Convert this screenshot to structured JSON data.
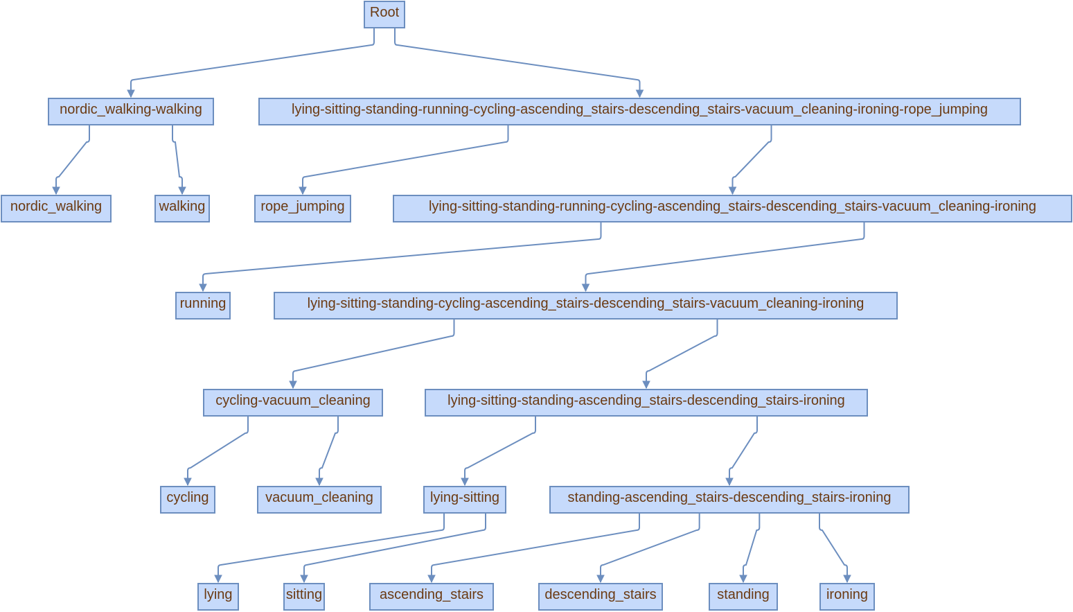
{
  "diagram": {
    "colors": {
      "node_fill": "#c6dafb",
      "node_border": "#6c8ebf",
      "node_text": "#6b3a12",
      "edge": "#6c8ebf"
    },
    "nodes": [
      {
        "id": "root",
        "label": "Root"
      },
      {
        "id": "nw_w",
        "label": "nordic_walking-walking"
      },
      {
        "id": "all10",
        "label": "lying-sitting-standing-running-cycling-ascending_stairs-descending_stairs-vacuum_cleaning-ironing-rope_jumping"
      },
      {
        "id": "nordic_walking",
        "label": "nordic_walking"
      },
      {
        "id": "walking",
        "label": "walking"
      },
      {
        "id": "rope_jumping",
        "label": "rope_jumping"
      },
      {
        "id": "all9",
        "label": "lying-sitting-standing-running-cycling-ascending_stairs-descending_stairs-vacuum_cleaning-ironing"
      },
      {
        "id": "running",
        "label": "running"
      },
      {
        "id": "all8",
        "label": "lying-sitting-standing-cycling-ascending_stairs-descending_stairs-vacuum_cleaning-ironing"
      },
      {
        "id": "cyc_vac",
        "label": "cycling-vacuum_cleaning"
      },
      {
        "id": "all6",
        "label": "lying-sitting-standing-ascending_stairs-descending_stairs-ironing"
      },
      {
        "id": "cycling",
        "label": "cycling"
      },
      {
        "id": "vacuum_cleaning",
        "label": "vacuum_cleaning"
      },
      {
        "id": "lying_sitting",
        "label": "lying-sitting"
      },
      {
        "id": "all4",
        "label": "standing-ascending_stairs-descending_stairs-ironing"
      },
      {
        "id": "lying",
        "label": "lying"
      },
      {
        "id": "sitting",
        "label": "sitting"
      },
      {
        "id": "ascending_stairs",
        "label": "ascending_stairs"
      },
      {
        "id": "descending_stairs",
        "label": "descending_stairs"
      },
      {
        "id": "standing",
        "label": "standing"
      },
      {
        "id": "ironing",
        "label": "ironing"
      }
    ],
    "edges": [
      [
        "root",
        "nw_w"
      ],
      [
        "root",
        "all10"
      ],
      [
        "nw_w",
        "nordic_walking"
      ],
      [
        "nw_w",
        "walking"
      ],
      [
        "all10",
        "rope_jumping"
      ],
      [
        "all10",
        "all9"
      ],
      [
        "all9",
        "running"
      ],
      [
        "all9",
        "all8"
      ],
      [
        "all8",
        "cyc_vac"
      ],
      [
        "all8",
        "all6"
      ],
      [
        "cyc_vac",
        "cycling"
      ],
      [
        "cyc_vac",
        "vacuum_cleaning"
      ],
      [
        "all6",
        "lying_sitting"
      ],
      [
        "all6",
        "all4"
      ],
      [
        "lying_sitting",
        "lying"
      ],
      [
        "lying_sitting",
        "sitting"
      ],
      [
        "all4",
        "ascending_stairs"
      ],
      [
        "all4",
        "descending_stairs"
      ],
      [
        "all4",
        "standing"
      ],
      [
        "all4",
        "ironing"
      ]
    ]
  }
}
